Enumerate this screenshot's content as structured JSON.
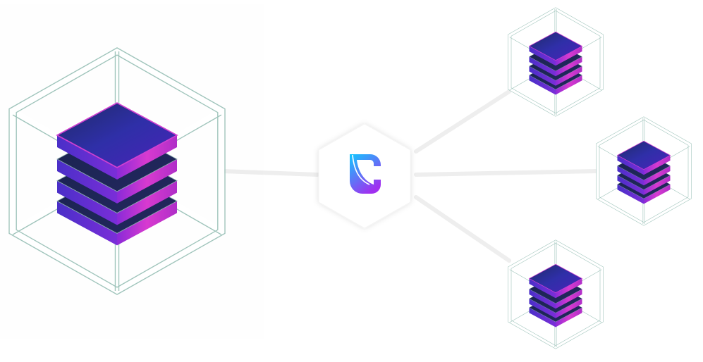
{
  "diagram": {
    "central_node": {
      "icon": "brand-c-logo-icon"
    },
    "nodes": [
      {
        "id": "main-stack",
        "icon": "layered-stack-cube-icon"
      },
      {
        "id": "stack-top-right",
        "icon": "layered-stack-cube-icon"
      },
      {
        "id": "stack-middle-right",
        "icon": "layered-stack-cube-icon"
      },
      {
        "id": "stack-bottom-right",
        "icon": "layered-stack-cube-icon"
      }
    ]
  },
  "colors": {
    "frame": "#9fc4bb",
    "slab_top": "#2b2f9e",
    "slab_left": "#6a2fd0",
    "slab_right": "#d63ad0",
    "logo_start": "#10c8ff",
    "logo_end": "#a030f0"
  }
}
